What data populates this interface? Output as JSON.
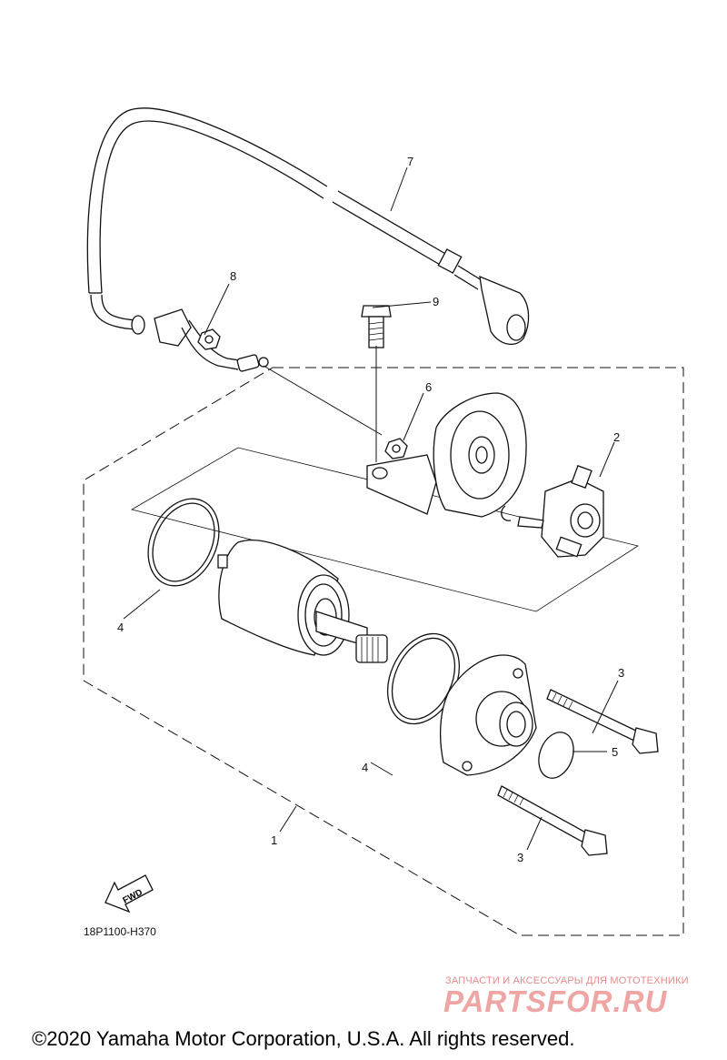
{
  "diagram": {
    "part_labels": [
      "1",
      "2",
      "3",
      "3",
      "4",
      "4",
      "5",
      "6",
      "7",
      "8",
      "9"
    ],
    "fwd_label": "FWD",
    "drawing_code": "18P1100-H370"
  },
  "watermark": {
    "tagline": "ЗАПЧАСТИ И АКСЕССУАРЫ ДЛЯ МОТОТЕХНИКИ",
    "brand": "PARTSFOR.RU"
  },
  "footer": {
    "copyright": "©2020 Yamaha Motor Corporation, U.S.A. All rights reserved."
  }
}
